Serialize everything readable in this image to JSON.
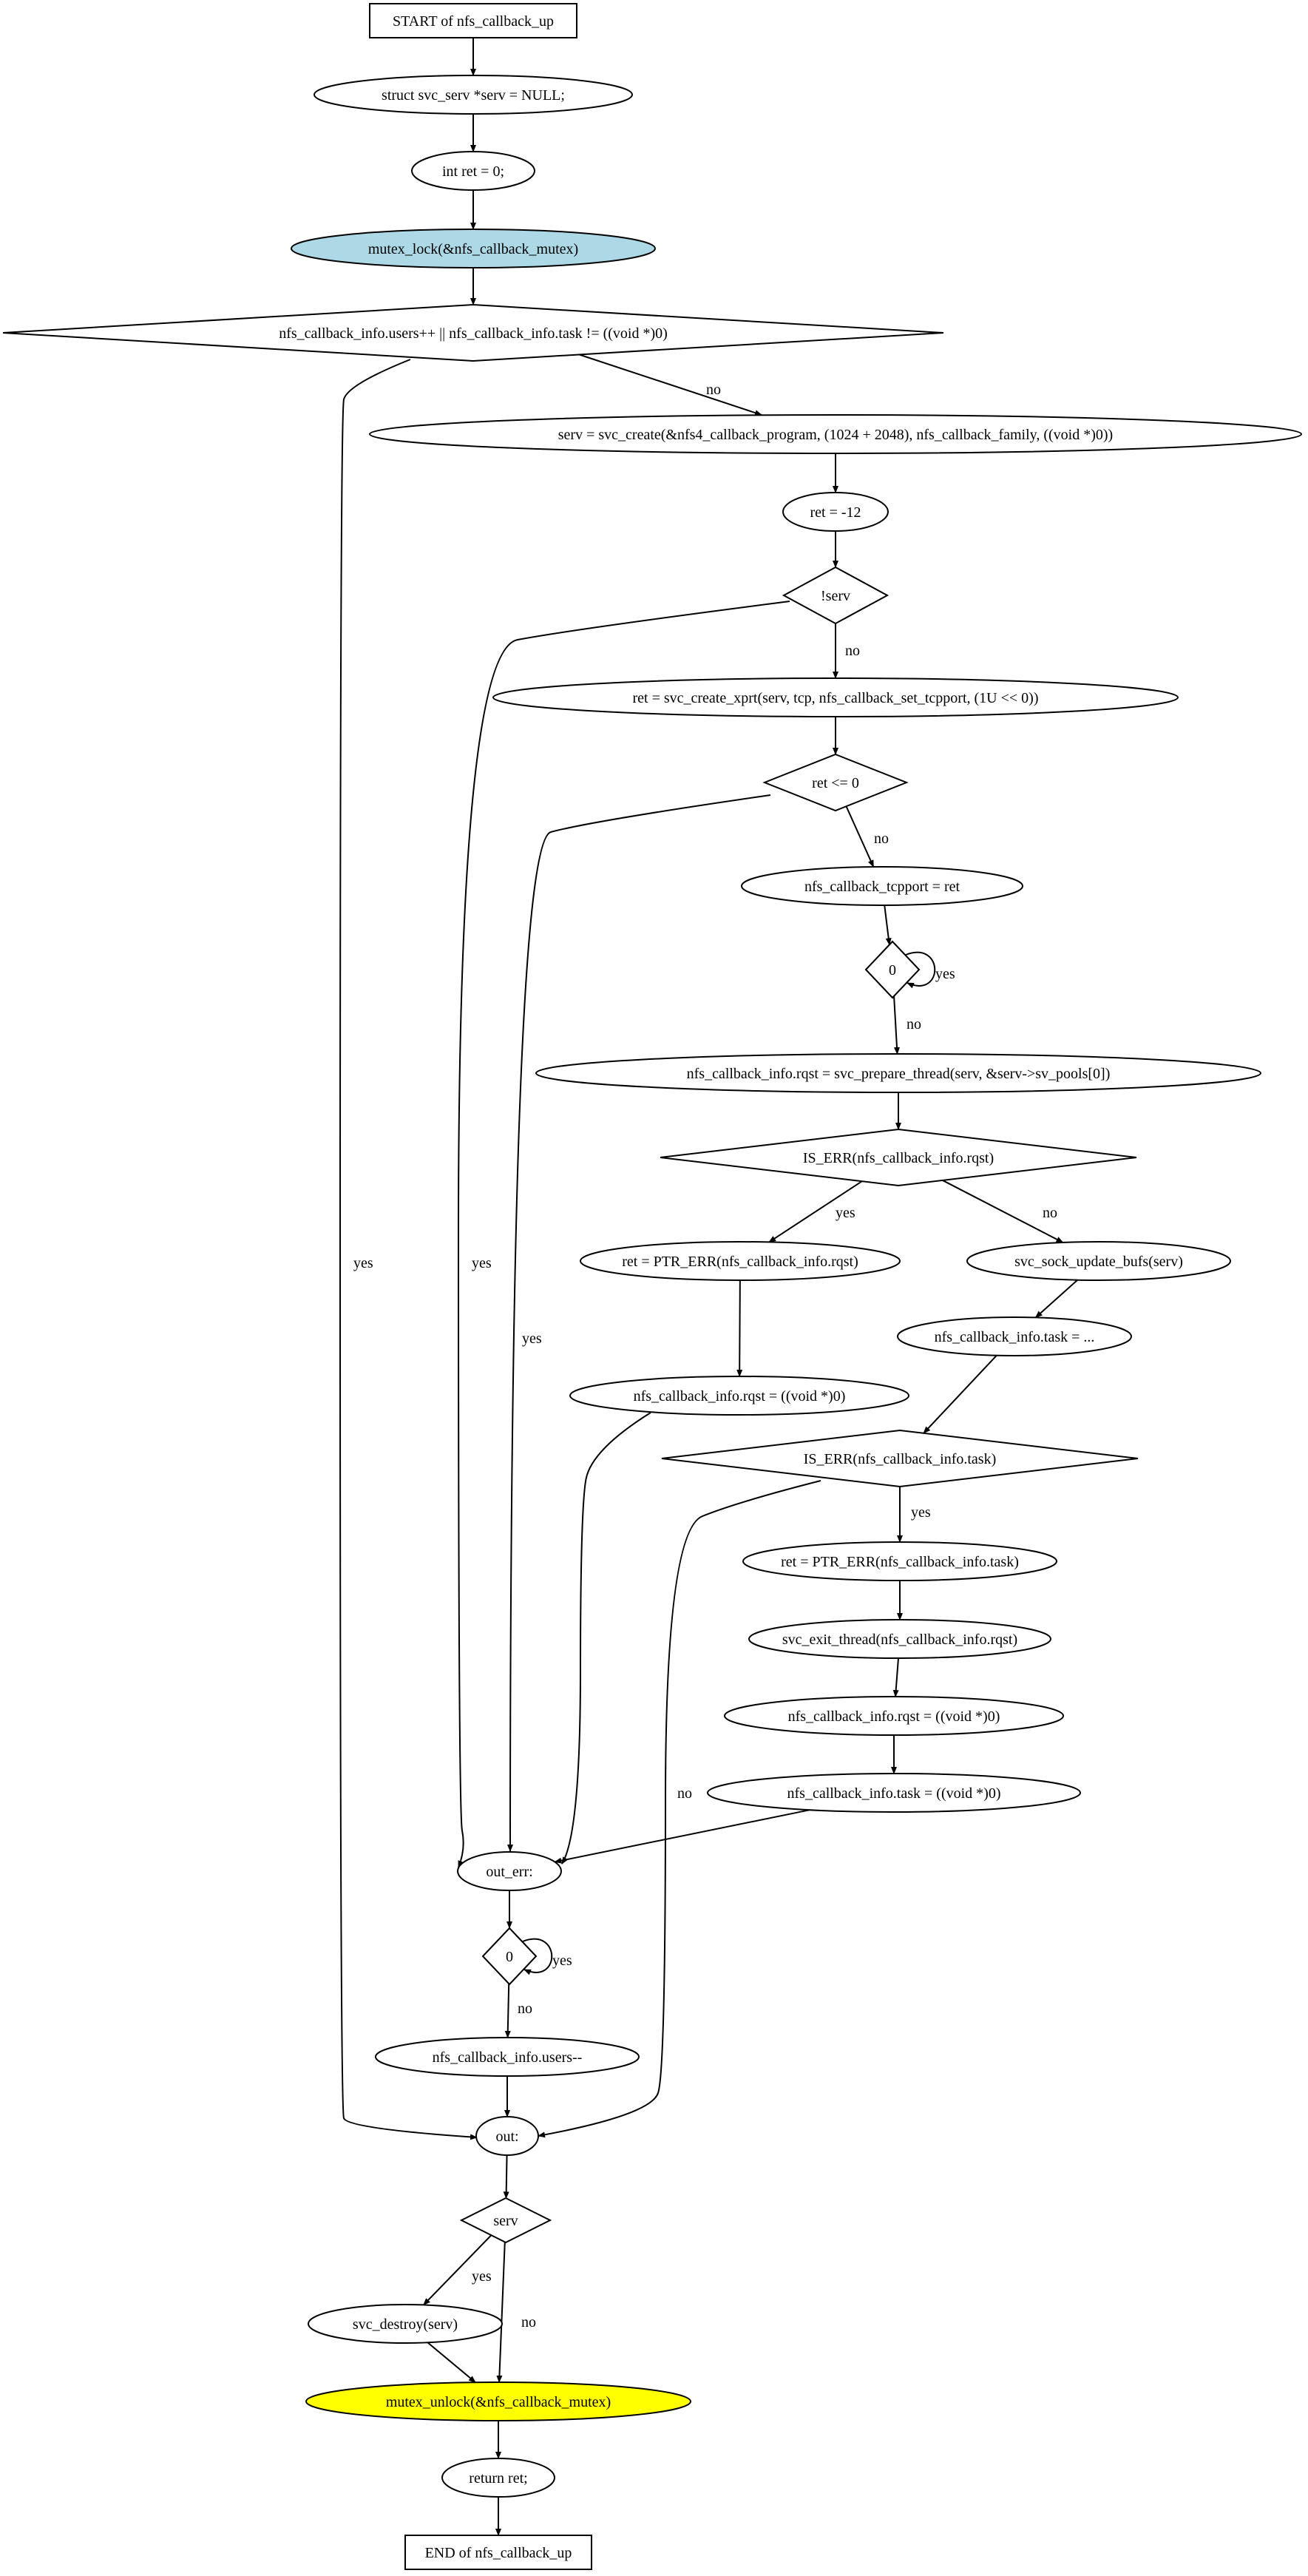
{
  "diagram": {
    "colors": {
      "mutex_lock_fill": "#add8e6",
      "mutex_unlock_fill": "#ffff00",
      "stroke": "#000000",
      "background": "#ffffff"
    },
    "nodes": [
      {
        "id": "start",
        "shape": "box",
        "label": "START of nfs_callback_up"
      },
      {
        "id": "decl_serv",
        "shape": "ellipse",
        "label": "struct svc_serv *serv = NULL;"
      },
      {
        "id": "decl_ret",
        "shape": "ellipse",
        "label": "int ret = 0;"
      },
      {
        "id": "mutex_lock",
        "shape": "ellipse",
        "label": "mutex_lock(&nfs_callback_mutex)",
        "fill": "#add8e6"
      },
      {
        "id": "cond_users",
        "shape": "diamond",
        "label": "nfs_callback_info.users++ || nfs_callback_info.task != ((void *)0)"
      },
      {
        "id": "svc_create",
        "shape": "ellipse",
        "label": "serv = svc_create(&nfs4_callback_program, (1024 + 2048), nfs_callback_family, ((void *)0))"
      },
      {
        "id": "ret_m12",
        "shape": "ellipse",
        "label": "ret = -12"
      },
      {
        "id": "cond_serv",
        "shape": "diamond",
        "label": "!serv"
      },
      {
        "id": "create_xprt",
        "shape": "ellipse",
        "label": "ret = svc_create_xprt(serv, tcp, nfs_callback_set_tcpport, (1U << 0))"
      },
      {
        "id": "cond_ret_le0",
        "shape": "diamond",
        "label": "ret <= 0"
      },
      {
        "id": "tcpport",
        "shape": "ellipse",
        "label": "nfs_callback_tcpport = ret"
      },
      {
        "id": "cond_zero1",
        "shape": "diamond",
        "label": "0"
      },
      {
        "id": "prepare_thread",
        "shape": "ellipse",
        "label": "nfs_callback_info.rqst = svc_prepare_thread(serv, &serv->sv_pools[0])"
      },
      {
        "id": "cond_iserr_rqst",
        "shape": "diamond",
        "label": "IS_ERR(nfs_callback_info.rqst)"
      },
      {
        "id": "ret_ptrerr_rqst",
        "shape": "ellipse",
        "label": "ret = PTR_ERR(nfs_callback_info.rqst)"
      },
      {
        "id": "sock_update",
        "shape": "ellipse",
        "label": "svc_sock_update_bufs(serv)"
      },
      {
        "id": "task_assign",
        "shape": "ellipse",
        "label": "nfs_callback_info.task = ..."
      },
      {
        "id": "rqst_null1",
        "shape": "ellipse",
        "label": "nfs_callback_info.rqst = ((void *)0)"
      },
      {
        "id": "cond_iserr_task",
        "shape": "diamond",
        "label": "IS_ERR(nfs_callback_info.task)"
      },
      {
        "id": "ret_ptrerr_task",
        "shape": "ellipse",
        "label": "ret = PTR_ERR(nfs_callback_info.task)"
      },
      {
        "id": "exit_thread",
        "shape": "ellipse",
        "label": "svc_exit_thread(nfs_callback_info.rqst)"
      },
      {
        "id": "rqst_null2",
        "shape": "ellipse",
        "label": "nfs_callback_info.rqst = ((void *)0)"
      },
      {
        "id": "task_null",
        "shape": "ellipse",
        "label": "nfs_callback_info.task = ((void *)0)"
      },
      {
        "id": "out_err",
        "shape": "ellipse",
        "label": "out_err:"
      },
      {
        "id": "cond_zero2",
        "shape": "diamond",
        "label": "0"
      },
      {
        "id": "users_dec",
        "shape": "ellipse",
        "label": "nfs_callback_info.users--"
      },
      {
        "id": "out",
        "shape": "ellipse",
        "label": "out:"
      },
      {
        "id": "cond_serv2",
        "shape": "diamond",
        "label": "serv"
      },
      {
        "id": "svc_destroy",
        "shape": "ellipse",
        "label": "svc_destroy(serv)"
      },
      {
        "id": "mutex_unlock",
        "shape": "ellipse",
        "label": "mutex_unlock(&nfs_callback_mutex)",
        "fill": "#ffff00"
      },
      {
        "id": "return_ret",
        "shape": "ellipse",
        "label": "return ret;"
      },
      {
        "id": "end",
        "shape": "box",
        "label": "END of nfs_callback_up"
      }
    ],
    "edges": [
      {
        "from": "start",
        "to": "decl_serv",
        "label": ""
      },
      {
        "from": "decl_serv",
        "to": "decl_ret",
        "label": ""
      },
      {
        "from": "decl_ret",
        "to": "mutex_lock",
        "label": ""
      },
      {
        "from": "mutex_lock",
        "to": "cond_users",
        "label": ""
      },
      {
        "from": "cond_users",
        "to": "out",
        "label": "yes"
      },
      {
        "from": "cond_users",
        "to": "svc_create",
        "label": "no"
      },
      {
        "from": "svc_create",
        "to": "ret_m12",
        "label": ""
      },
      {
        "from": "ret_m12",
        "to": "cond_serv",
        "label": ""
      },
      {
        "from": "cond_serv",
        "to": "out_err",
        "label": "yes"
      },
      {
        "from": "cond_serv",
        "to": "create_xprt",
        "label": "no"
      },
      {
        "from": "create_xprt",
        "to": "cond_ret_le0",
        "label": ""
      },
      {
        "from": "cond_ret_le0",
        "to": "out_err",
        "label": "yes"
      },
      {
        "from": "cond_ret_le0",
        "to": "tcpport",
        "label": "no"
      },
      {
        "from": "tcpport",
        "to": "cond_zero1",
        "label": ""
      },
      {
        "from": "cond_zero1",
        "to": "cond_zero1",
        "label": "yes"
      },
      {
        "from": "cond_zero1",
        "to": "prepare_thread",
        "label": "no"
      },
      {
        "from": "prepare_thread",
        "to": "cond_iserr_rqst",
        "label": ""
      },
      {
        "from": "cond_iserr_rqst",
        "to": "ret_ptrerr_rqst",
        "label": "yes"
      },
      {
        "from": "cond_iserr_rqst",
        "to": "sock_update",
        "label": "no"
      },
      {
        "from": "ret_ptrerr_rqst",
        "to": "rqst_null1",
        "label": ""
      },
      {
        "from": "rqst_null1",
        "to": "out_err",
        "label": ""
      },
      {
        "from": "sock_update",
        "to": "task_assign",
        "label": ""
      },
      {
        "from": "task_assign",
        "to": "cond_iserr_task",
        "label": ""
      },
      {
        "from": "cond_iserr_task",
        "to": "ret_ptrerr_task",
        "label": "yes"
      },
      {
        "from": "cond_iserr_task",
        "to": "out",
        "label": "no"
      },
      {
        "from": "ret_ptrerr_task",
        "to": "exit_thread",
        "label": ""
      },
      {
        "from": "exit_thread",
        "to": "rqst_null2",
        "label": ""
      },
      {
        "from": "rqst_null2",
        "to": "task_null",
        "label": ""
      },
      {
        "from": "task_null",
        "to": "out_err",
        "label": ""
      },
      {
        "from": "out_err",
        "to": "cond_zero2",
        "label": ""
      },
      {
        "from": "cond_zero2",
        "to": "cond_zero2",
        "label": "yes"
      },
      {
        "from": "cond_zero2",
        "to": "users_dec",
        "label": "no"
      },
      {
        "from": "users_dec",
        "to": "out",
        "label": ""
      },
      {
        "from": "out",
        "to": "cond_serv2",
        "label": ""
      },
      {
        "from": "cond_serv2",
        "to": "svc_destroy",
        "label": "yes"
      },
      {
        "from": "cond_serv2",
        "to": "mutex_unlock",
        "label": "no"
      },
      {
        "from": "svc_destroy",
        "to": "mutex_unlock",
        "label": ""
      },
      {
        "from": "mutex_unlock",
        "to": "return_ret",
        "label": ""
      },
      {
        "from": "return_ret",
        "to": "end",
        "label": ""
      }
    ]
  }
}
